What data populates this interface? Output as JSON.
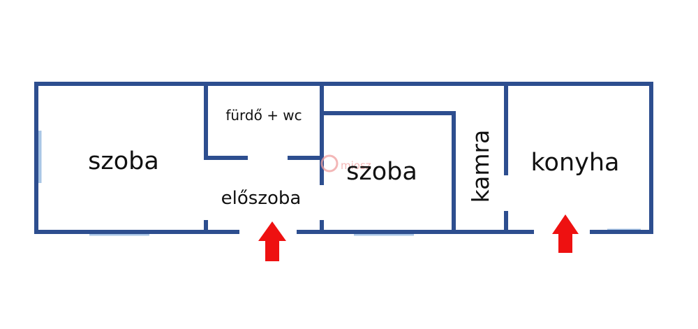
{
  "colors": {
    "wall": "#2d4e8f",
    "window": "#a9c6e6",
    "arrow": "#ee1111",
    "watermark": "#f0a0a0"
  },
  "rooms": {
    "szoba_left": "szoba",
    "furdo": "fürdő + wc",
    "eloszoba": "előszoba",
    "szoba_middle": "szoba",
    "kamra": "kamra",
    "konyha": "konyha"
  },
  "watermark": "miosz"
}
